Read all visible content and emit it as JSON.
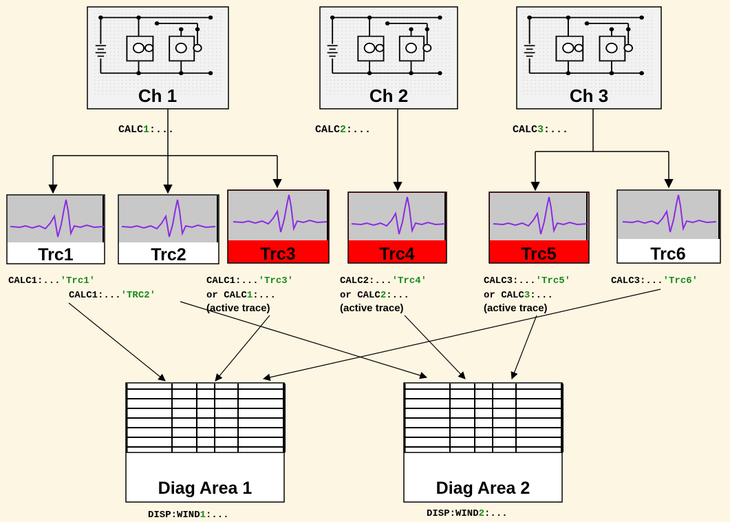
{
  "colors": {
    "background": "#fdf6e3",
    "active_trace": "#ff0000",
    "trace_plot_bg": "#c8c8c8",
    "trace_line": "#8a2be2",
    "code_green": "#1a8a1a",
    "channel_panel_bg": "#f2f2f2"
  },
  "channels": [
    {
      "label": "Ch 1",
      "calc_prefix": "CALC",
      "calc_num": "1",
      "calc_suffix": ":..."
    },
    {
      "label": "Ch 2",
      "calc_prefix": "CALC",
      "calc_num": "2",
      "calc_suffix": ":..."
    },
    {
      "label": "Ch 3",
      "calc_prefix": "CALC",
      "calc_num": "3",
      "calc_suffix": ":..."
    }
  ],
  "traces": [
    {
      "label": "Trc1",
      "active": false
    },
    {
      "label": "Trc2",
      "active": false
    },
    {
      "label": "Trc3",
      "active": true
    },
    {
      "label": "Trc4",
      "active": true
    },
    {
      "label": "Trc5",
      "active": true
    },
    {
      "label": "Trc6",
      "active": false
    }
  ],
  "trace_captions": {
    "trc1": {
      "prefix": "CALC1:...",
      "name": "'Trc1'"
    },
    "trc2": {
      "prefix": "CALC1:...",
      "name": "'TRC2'"
    },
    "trc3": {
      "prefix": "CALC1:...",
      "name": "'Trc3'",
      "or_word": "or",
      "or_prefix": "CALC",
      "or_num": "1",
      "or_suffix": ":...",
      "note": "(active trace)"
    },
    "trc4": {
      "prefix": "CALC2:...",
      "name": "'Trc4'",
      "or_word": "or",
      "or_prefix": "CALC",
      "or_num": "2",
      "or_suffix": ":...",
      "note": "(active trace)"
    },
    "trc5": {
      "prefix": "CALC3:...",
      "name": "'Trc5'",
      "or_word": "or",
      "or_prefix": "CALC",
      "or_num": "3",
      "or_suffix": ":...",
      "note": "(active trace)"
    },
    "trc6": {
      "prefix": "CALC3:...",
      "name": "'Trc6'"
    }
  },
  "diag_areas": [
    {
      "label": "Diag Area 1",
      "cmd_prefix": "DISP:WIND",
      "cmd_num": "1",
      "cmd_suffix": ":..."
    },
    {
      "label": "Diag Area 2",
      "cmd_prefix": "DISP:WIND",
      "cmd_num": "2",
      "cmd_suffix": ":..."
    }
  ]
}
